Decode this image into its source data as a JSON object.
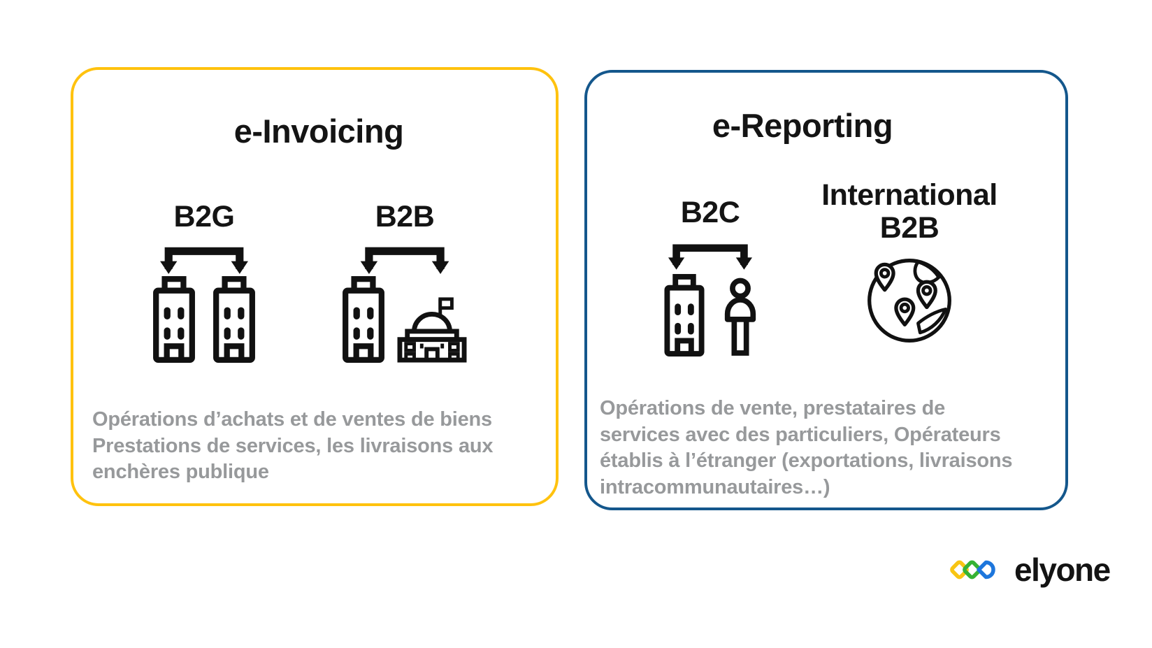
{
  "cards": {
    "invoicing": {
      "title": "e-Invoicing",
      "accent_color": "#FFC20E",
      "columns": {
        "b2g": {
          "label": "B2G",
          "icons": [
            "split-arrow-icon",
            "building-icon",
            "building-icon"
          ]
        },
        "b2b": {
          "label": "B2B",
          "icons": [
            "split-arrow-icon",
            "building-icon",
            "government-building-icon"
          ]
        }
      },
      "description_lines": [
        "Opérations d’achats et de ventes de biens",
        "Prestations de services, les livraisons aux",
        "enchères publique"
      ]
    },
    "reporting": {
      "title": "e-Reporting",
      "accent_color": "#14578C",
      "columns": {
        "b2c": {
          "label": "B2C",
          "icons": [
            "split-arrow-icon",
            "building-icon",
            "person-icon"
          ]
        },
        "international_b2b": {
          "label_line1": "International",
          "label_line2": "B2B",
          "icons": [
            "globe-icon"
          ]
        }
      },
      "description_lines": [
        "Opérations de vente, prestataires de",
        "services avec des particuliers, Opérateurs",
        "établis à l’étranger (exportations, livraisons",
        "intracommunautaires…)"
      ]
    }
  },
  "logo": {
    "text": "elyone",
    "mark_colors": {
      "yellow": "#F8C513",
      "green": "#35B234",
      "blue": "#1D76DC"
    }
  },
  "colors": {
    "heading": "#141414",
    "body_text": "#97999B"
  }
}
